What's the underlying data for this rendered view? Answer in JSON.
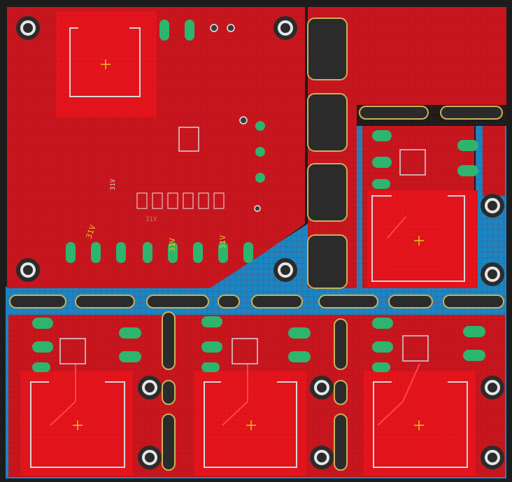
{
  "title": "",
  "colors": {
    "background": "#000000",
    "board_edge": "#1c1c1c",
    "copper_top": "#c8161e",
    "copper_bright": "#e0121a",
    "copper_bottom": "#1a86c4",
    "slot_fill": "#2b2b2b",
    "slot_outline": "#c9b15a",
    "pad_green": "#2db56e",
    "silkscreen": "#d6d6d6",
    "silk_yellow": "#e2c31f"
  },
  "labels": {
    "voltage_1": "31V",
    "voltage_2": "31V",
    "voltage_3": "31V",
    "voltage_4": "31V",
    "voltage_5": "31V"
  },
  "icons": {
    "mounting_hole": "mounting-hole-icon",
    "crosshair": "center-crosshair-icon"
  }
}
